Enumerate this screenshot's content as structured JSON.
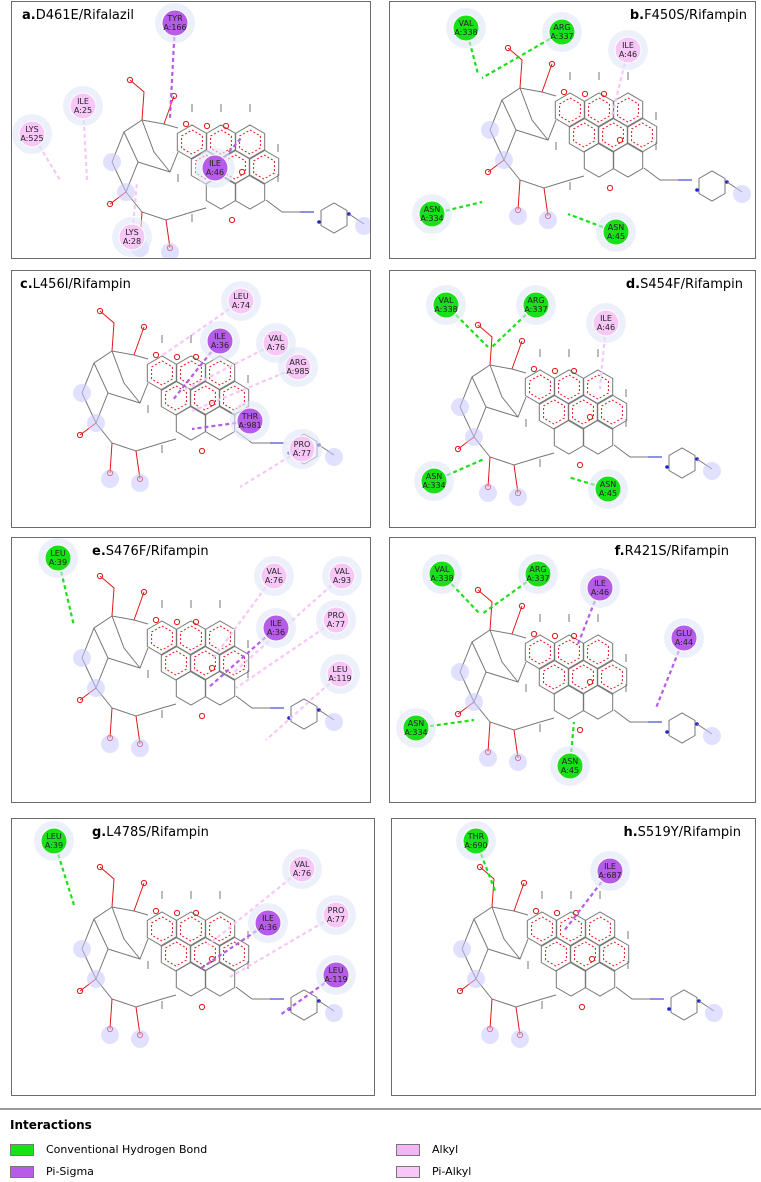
{
  "colors": {
    "conventional_hydrogen_bond": "#19e019",
    "pi_sigma": "#b65ce8",
    "alkyl": "#f2b6f2",
    "pi_alkyl": "#f7c8f7",
    "ligand_oxygen": "#e01818",
    "ligand_nitrogen": "#2222cc",
    "ligand_carbon": "#777777"
  },
  "panels": [
    {
      "id": "a",
      "letter": "a.",
      "mutation": "D461E/Rifalazil",
      "residues": [
        {
          "label": "TYR\nA:166",
          "type": "pi_sigma"
        },
        {
          "label": "ILE\nA:25",
          "type": "pi_alkyl"
        },
        {
          "label": "LYS\nA:525",
          "type": "pi_alkyl"
        },
        {
          "label": "ILE\nA:46",
          "type": "pi_sigma"
        },
        {
          "label": "LYS\nA:28",
          "type": "pi_alkyl"
        }
      ]
    },
    {
      "id": "b",
      "letter": "b.",
      "mutation": "F450S/Rifampin",
      "residues": [
        {
          "label": "VAL\nA:338",
          "type": "conventional_hydrogen_bond"
        },
        {
          "label": "ARG\nA:337",
          "type": "conventional_hydrogen_bond"
        },
        {
          "label": "ILE\nA:46",
          "type": "pi_alkyl"
        },
        {
          "label": "ASN\nA:334",
          "type": "conventional_hydrogen_bond"
        },
        {
          "label": "ASN\nA:45",
          "type": "conventional_hydrogen_bond"
        }
      ]
    },
    {
      "id": "c",
      "letter": "c.",
      "mutation": "L456I/Rifampin",
      "residues": [
        {
          "label": "LEU\nA:74",
          "type": "pi_alkyl"
        },
        {
          "label": "ILE\nA:36",
          "type": "pi_sigma"
        },
        {
          "label": "VAL\nA:76",
          "type": "pi_alkyl"
        },
        {
          "label": "ARG\nA:985",
          "type": "pi_alkyl"
        },
        {
          "label": "THR\nA:981",
          "type": "pi_sigma"
        },
        {
          "label": "PRO\nA:77",
          "type": "pi_alkyl"
        }
      ]
    },
    {
      "id": "d",
      "letter": "d.",
      "mutation": "S454F/Rifampin",
      "residues": [
        {
          "label": "VAL\nA:338",
          "type": "conventional_hydrogen_bond"
        },
        {
          "label": "ARG\nA:337",
          "type": "conventional_hydrogen_bond"
        },
        {
          "label": "ILE\nA:46",
          "type": "pi_alkyl"
        },
        {
          "label": "ASN\nA:334",
          "type": "conventional_hydrogen_bond"
        },
        {
          "label": "ASN\nA:45",
          "type": "conventional_hydrogen_bond"
        }
      ]
    },
    {
      "id": "e",
      "letter": "e.",
      "mutation": "S476F/Rifampin",
      "residues": [
        {
          "label": "LEU\nA:39",
          "type": "conventional_hydrogen_bond"
        },
        {
          "label": "VAL\nA:76",
          "type": "pi_alkyl"
        },
        {
          "label": "VAL\nA:93",
          "type": "pi_alkyl"
        },
        {
          "label": "ILE\nA:36",
          "type": "pi_sigma"
        },
        {
          "label": "PRO\nA:77",
          "type": "pi_alkyl"
        },
        {
          "label": "LEU\nA:119",
          "type": "pi_alkyl"
        }
      ]
    },
    {
      "id": "f",
      "letter": "f.",
      "mutation": "R421S/Rifampin",
      "residues": [
        {
          "label": "VAL\nA:338",
          "type": "conventional_hydrogen_bond"
        },
        {
          "label": "ARG\nA:337",
          "type": "conventional_hydrogen_bond"
        },
        {
          "label": "ILE\nA:46",
          "type": "pi_sigma"
        },
        {
          "label": "GLU\nA:44",
          "type": "pi_sigma"
        },
        {
          "label": "ASN\nA:334",
          "type": "conventional_hydrogen_bond"
        },
        {
          "label": "ASN\nA:45",
          "type": "conventional_hydrogen_bond"
        }
      ]
    },
    {
      "id": "g",
      "letter": "g.",
      "mutation": "L478S/Rifampin",
      "residues": [
        {
          "label": "LEU\nA:39",
          "type": "conventional_hydrogen_bond"
        },
        {
          "label": "VAL\nA:76",
          "type": "pi_alkyl"
        },
        {
          "label": "ILE\nA:36",
          "type": "pi_sigma"
        },
        {
          "label": "PRO\nA:77",
          "type": "pi_alkyl"
        },
        {
          "label": "LEU\nA:119",
          "type": "pi_sigma"
        }
      ]
    },
    {
      "id": "h",
      "letter": "h.",
      "mutation": "S519Y/Rifampin",
      "residues": [
        {
          "label": "THR\nA:690",
          "type": "conventional_hydrogen_bond"
        },
        {
          "label": "ILE\nA:687",
          "type": "pi_sigma"
        }
      ]
    }
  ],
  "legend": {
    "title": "Interactions",
    "items": [
      {
        "label": "Conventional Hydrogen Bond",
        "type": "conventional_hydrogen_bond"
      },
      {
        "label": "Pi-Sigma",
        "type": "pi_sigma"
      },
      {
        "label": "Alkyl",
        "type": "alkyl"
      },
      {
        "label": "Pi-Alkyl",
        "type": "pi_alkyl"
      }
    ]
  }
}
